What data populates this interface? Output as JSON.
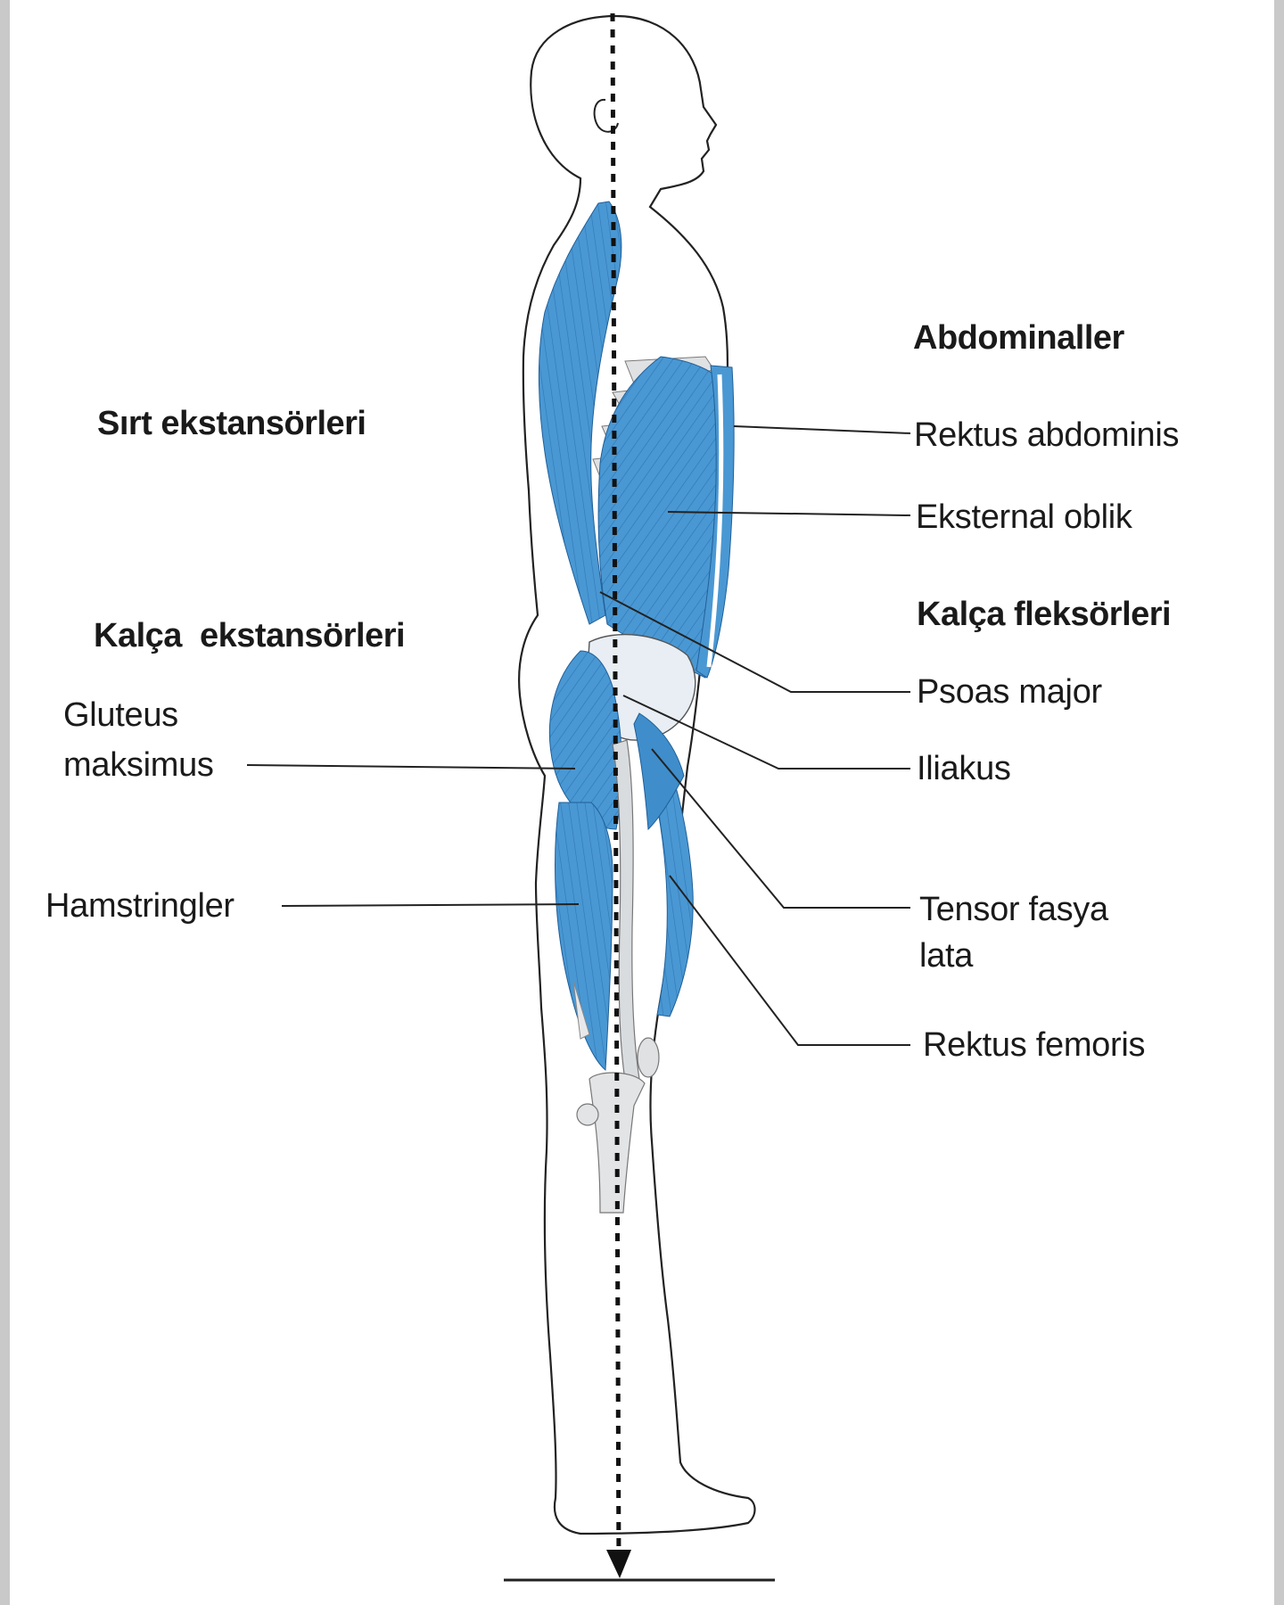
{
  "headers": {
    "back_extensors_bold": "Sırt",
    "back_extensors_rest": "ekstansörleri",
    "hip_extensors": "Kalça  ekstansörleri",
    "abdominals": "Abdominaller",
    "hip_flexors": "Kalça fleksörleri"
  },
  "labels": {
    "gluteus_line1": "Gluteus",
    "gluteus_line2": "maksimus",
    "hamstrings": "Hamstringler",
    "rectus_abdominis": "Rektus abdominis",
    "external_oblique": "Eksternal oblik",
    "psoas_major": "Psoas major",
    "iliacus": "Iliakus",
    "tensor_line1": "Tensor fasya",
    "tensor_line2": "lata",
    "rectus_femoris": "Rektus femoris"
  },
  "colors": {
    "muscle": "#4a98d3",
    "muscle_dark": "#2f78b8",
    "bone": "#d9dcdf",
    "outline": "#222222",
    "text": "#1a1a1a"
  }
}
